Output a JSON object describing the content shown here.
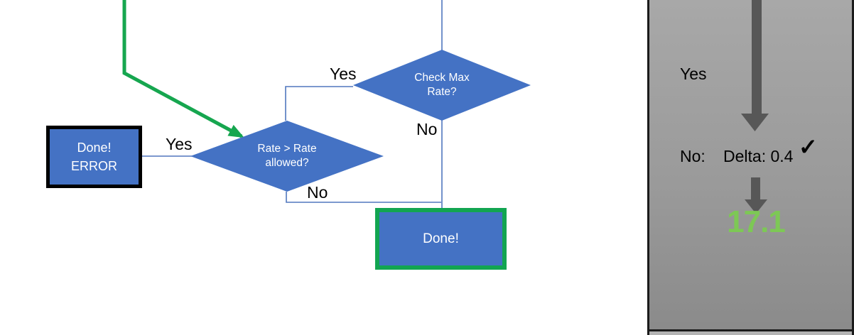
{
  "flowchart": {
    "decision_check_max_rate": {
      "line1": "Check Max",
      "line2": "Rate?"
    },
    "decision_rate_allowed": {
      "line1": "Rate > Rate",
      "line2": "allowed?"
    },
    "box_done_error": {
      "line1": "Done!",
      "line2": "ERROR"
    },
    "box_done": {
      "label": "Done!"
    },
    "labels": {
      "check_max_yes": "Yes",
      "check_max_no": "No",
      "rate_allowed_yes": "Yes",
      "rate_allowed_no": "No"
    }
  },
  "panel": {
    "yes_label": "Yes",
    "no_label": "No:",
    "delta_value": "Delta: 0.4",
    "checkmark": "✓",
    "result_value": "17.1"
  },
  "colors": {
    "shape_blue": "#4472C4",
    "connector_blue": "#5077BE",
    "flow_green": "#16A64F",
    "box_border_green": "#12A551",
    "result_green": "#7DC855",
    "arrow_gray": "#575757",
    "panel_gray_top": "#A8A8A8",
    "panel_gray_bottom": "#8A8A8A"
  }
}
